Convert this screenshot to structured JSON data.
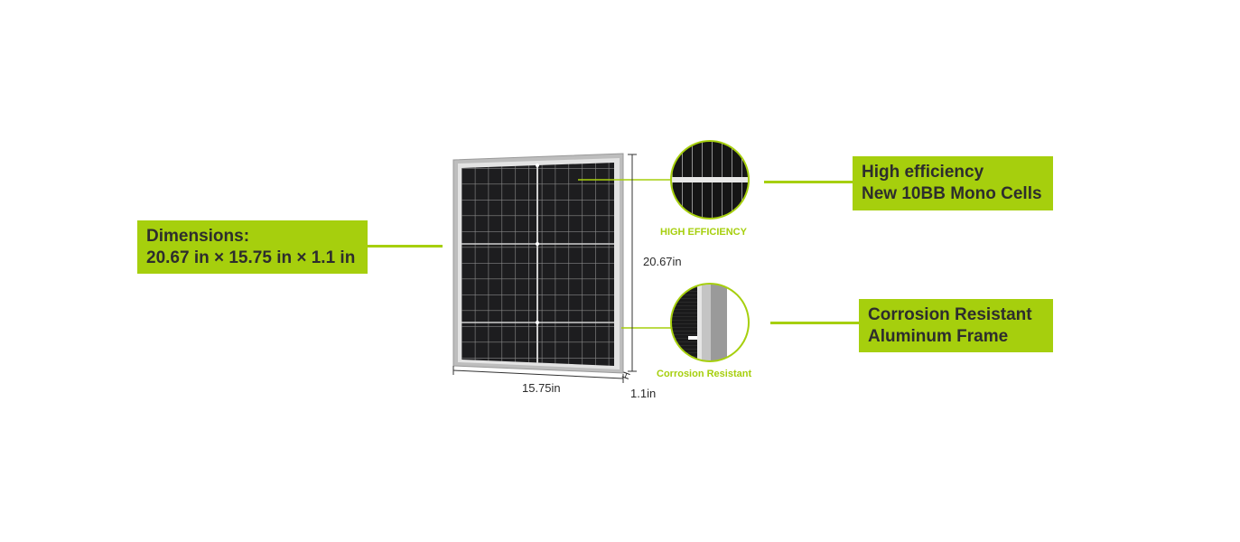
{
  "callouts": {
    "dimensions": {
      "line1": "Dimensions:",
      "line2": "20.67 in × 15.75 in × 1.1 in"
    },
    "efficiency": {
      "line1": "High efficiency",
      "line2": "New 10BB Mono Cells"
    },
    "frame": {
      "line1": "Corrosion Resistant",
      "line2": "Aluminum Frame"
    }
  },
  "badges": {
    "efficiency_label": "HIGH EFFICIENCY",
    "frame_label": "Corrosion Resistant"
  },
  "measurements": {
    "height": "20.67in",
    "width": "15.75in",
    "depth": "1.1in",
    "depth_marker": "H"
  },
  "colors": {
    "accent": "#a6cf0d",
    "text": "#2d2d2d",
    "frame": "#b8b8b8",
    "cell": "#1d1d1f"
  }
}
